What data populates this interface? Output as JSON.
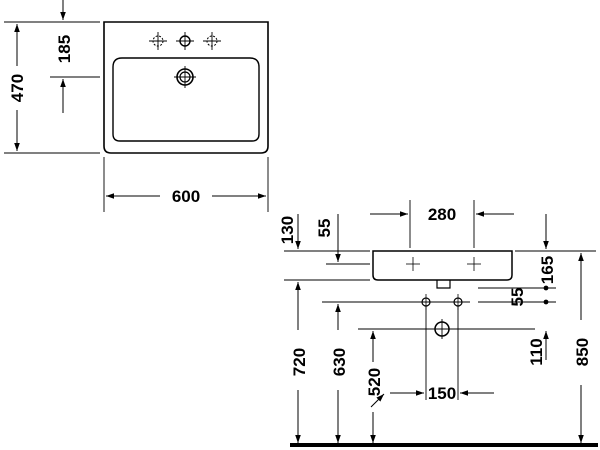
{
  "drawing": {
    "plan_view": {
      "width_label": "600",
      "depth_label": "470",
      "tap_hole_offset_label": "185"
    },
    "elevation_view": {
      "bowl_width_label": "280",
      "rim_thickness_label": "130",
      "rim_offset_label": "55",
      "top_to_waste_label": "165",
      "supply_spacing_label": "55",
      "waste_drop_label": "110",
      "rim_height_label": "850",
      "supply_height_label": "720",
      "waste_height_label": "630",
      "outlet_height_label": "520",
      "outlet_spacing_label": "150"
    }
  }
}
